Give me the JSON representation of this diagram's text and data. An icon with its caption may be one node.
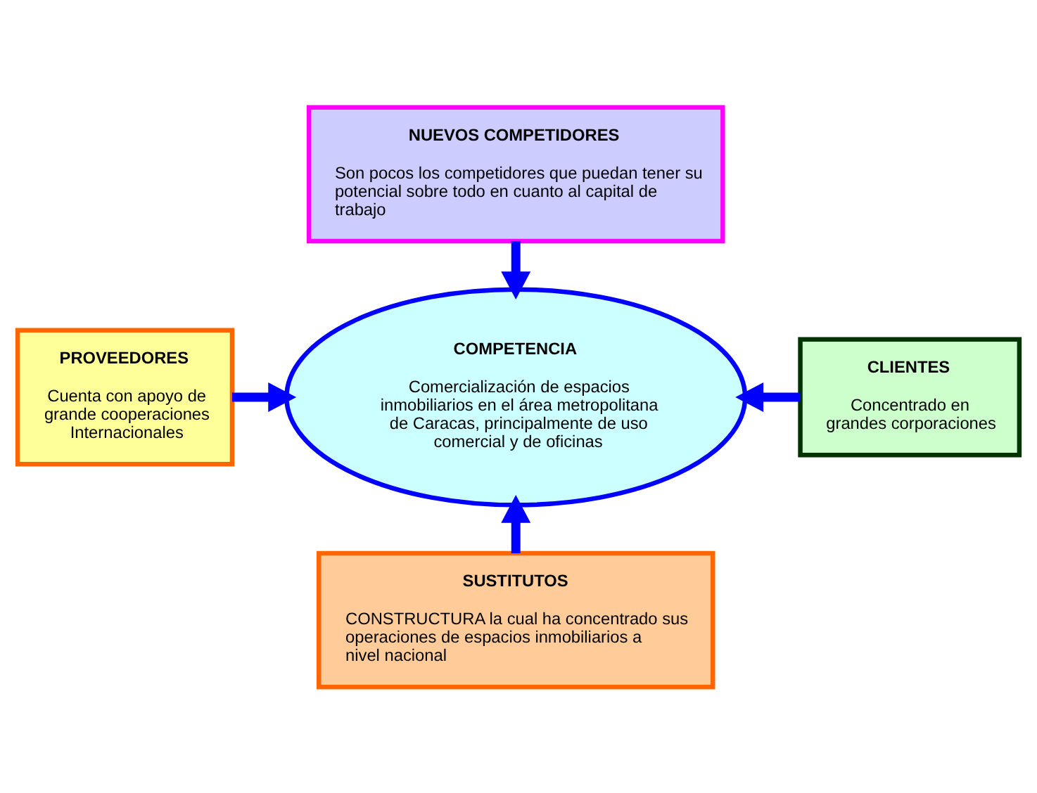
{
  "diagram": {
    "nodes": [
      {
        "text": [
          "NUEVOS COMPETIDORES",
          "Son pocos los competidores que puedan tener su potencial sobre todo en cuanto al capital de trabajo"
        ]
      },
      {
        "text": [
          "PROVEEDORES",
          "Cuenta con apoyo de grande cooperaciones Internacionales"
        ]
      },
      {
        "text": [
          "COMPETENCIA",
          "Comercialización de espacios inmobiliarios en el área metropolitana de Caracas, principalmente de uso comercial y de oficinas"
        ]
      },
      {
        "text": [
          "CLIENTES",
          "Concentrado en grandes corporaciones"
        ]
      },
      {
        "text": [
          "SUSTITUTOS",
          "CONSTRUCTURA la cual ha concentrado sus operaciones de espacios inmobiliarios a nivel nacional"
        ]
      }
    ],
    "edges": [
      {
        "from": 0,
        "to": 2,
        "arrow": "to"
      },
      {
        "from": 1,
        "to": 2,
        "arrow": "to"
      },
      {
        "from": 3,
        "to": 2,
        "arrow": "to"
      },
      {
        "from": 4,
        "to": 2,
        "arrow": "to"
      }
    ]
  }
}
